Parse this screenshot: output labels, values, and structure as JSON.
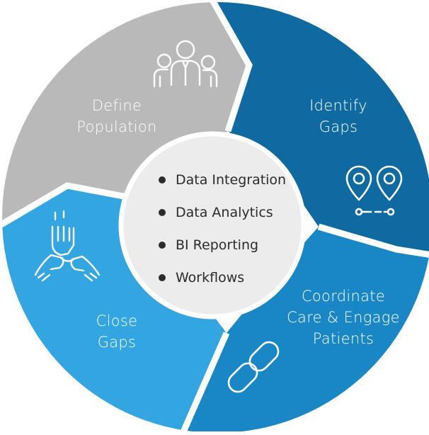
{
  "segments": {
    "define_population": {
      "line1": "Define",
      "line2": "Population",
      "color": "#b9b9b9",
      "icon": "people-group-icon"
    },
    "identify_gaps": {
      "line1": "Identify",
      "line2": "Gaps",
      "color": "#0e6aa0",
      "icon": "map-pins-route-icon"
    },
    "coordinate_care": {
      "line1": "Coordinate",
      "line2": "Care & Engage",
      "line3": "Patients",
      "color": "#1987c5",
      "icon": "chain-link-icon"
    },
    "close_gaps": {
      "line1": "Close",
      "line2": "Gaps",
      "color": "#33a6e2",
      "icon": "hands-together-icon"
    }
  },
  "center": {
    "color": "#ececec",
    "items": [
      "Data Integration",
      "Data Analytics",
      "BI Reporting",
      "Workflows"
    ]
  }
}
